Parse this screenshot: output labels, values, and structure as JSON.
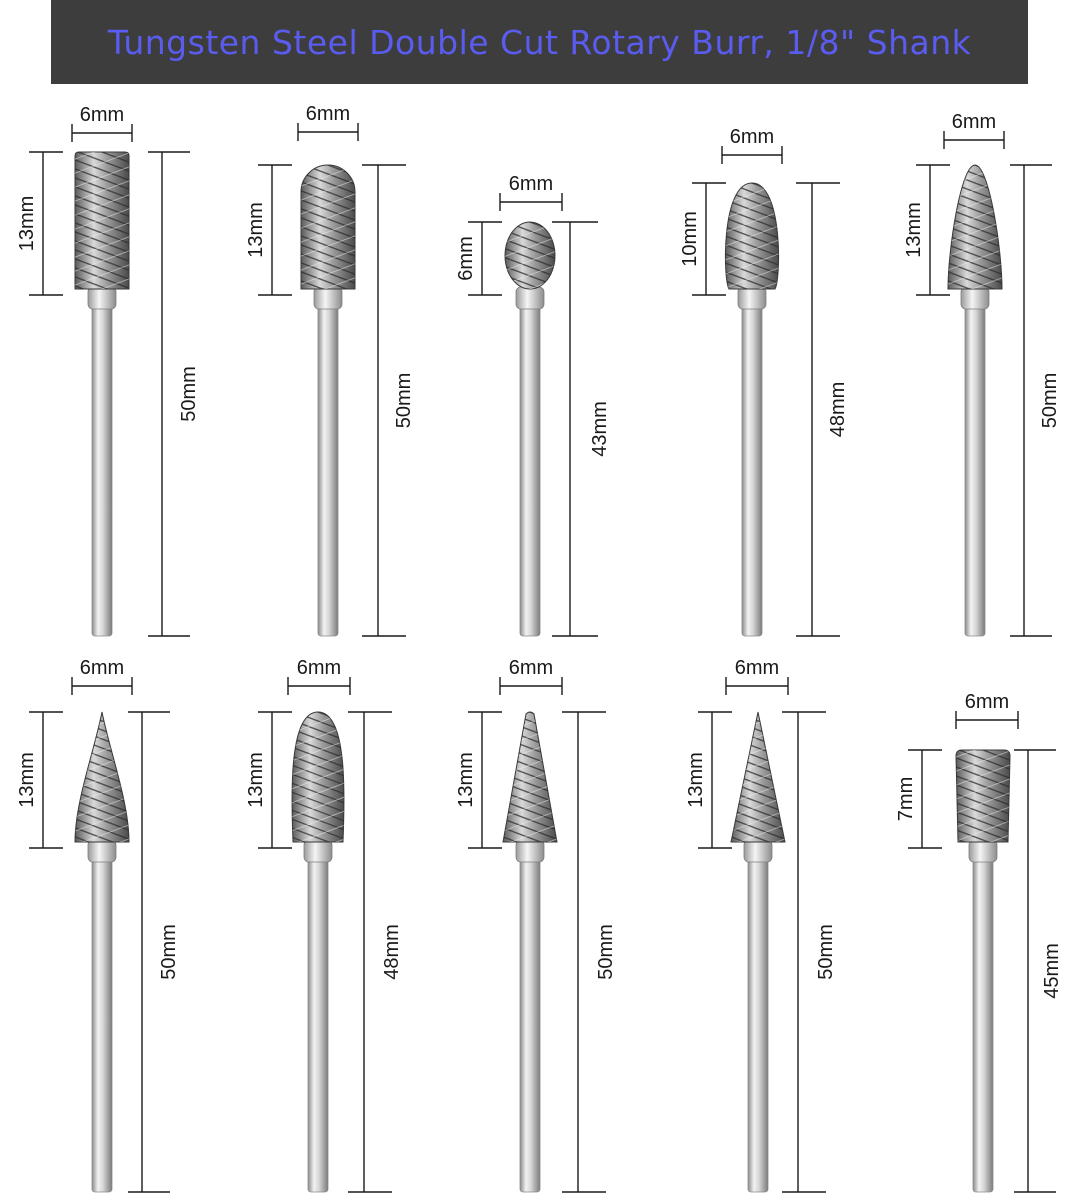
{
  "title": "Tungsten Steel Double Cut Rotary Burr, 1/8\" Shank",
  "colors": {
    "title_bar": "#3d3d3d",
    "title_text": "#5a5cf0"
  },
  "burrs": [
    {
      "id": "burr-1",
      "shape": "cylinder-square-end",
      "width": "6mm",
      "head": "13mm",
      "total": "50mm"
    },
    {
      "id": "burr-2",
      "shape": "cylinder-ball-end",
      "width": "6mm",
      "head": "13mm",
      "total": "50mm"
    },
    {
      "id": "burr-3",
      "shape": "ball",
      "width": "6mm",
      "head": "6mm",
      "total": "43mm"
    },
    {
      "id": "burr-4",
      "shape": "oval",
      "width": "6mm",
      "head": "10mm",
      "total": "48mm"
    },
    {
      "id": "burr-5",
      "shape": "tree-radius-end",
      "width": "6mm",
      "head": "13mm",
      "total": "50mm"
    },
    {
      "id": "burr-6",
      "shape": "tree-pointed",
      "width": "6mm",
      "head": "13mm",
      "total": "50mm"
    },
    {
      "id": "burr-7",
      "shape": "flame",
      "width": "6mm",
      "head": "13mm",
      "total": "48mm"
    },
    {
      "id": "burr-8",
      "shape": "cone-radius-end",
      "width": "6mm",
      "head": "13mm",
      "total": "50mm"
    },
    {
      "id": "burr-9",
      "shape": "cone-pointed",
      "width": "6mm",
      "head": "13mm",
      "total": "50mm"
    },
    {
      "id": "burr-10",
      "shape": "cylinder-short",
      "width": "6mm",
      "head": "7mm",
      "total": "45mm"
    }
  ]
}
